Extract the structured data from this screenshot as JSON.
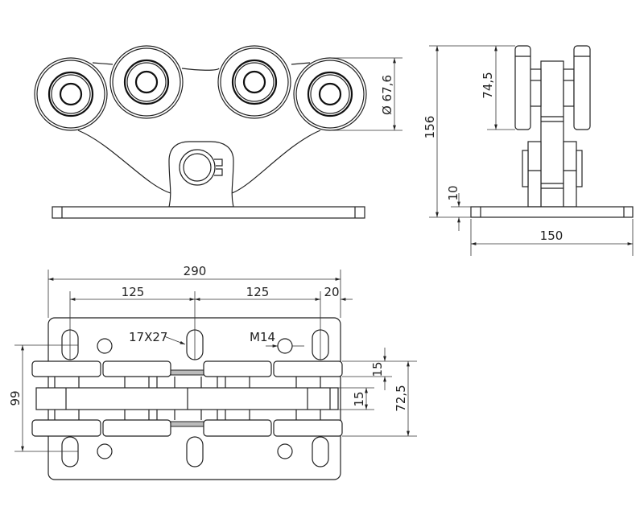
{
  "drawing": {
    "front_view": {
      "diameter_label": "Ø 67,6"
    },
    "side_view": {
      "height_label": "156",
      "wheel_height_label": "74,5",
      "plate_thickness_label": "10",
      "plate_width_label": "150"
    },
    "plan_view": {
      "overall_length_label": "290",
      "slot_spacing_left_label": "125",
      "slot_spacing_right_label": "125",
      "edge_offset_label": "20",
      "slot_size_label": "17X27",
      "thread_label": "M14",
      "hole_spacing_label": "99",
      "wheel_width_label": "15",
      "bar_width_label": "15",
      "track_width_label": "72,5"
    }
  }
}
